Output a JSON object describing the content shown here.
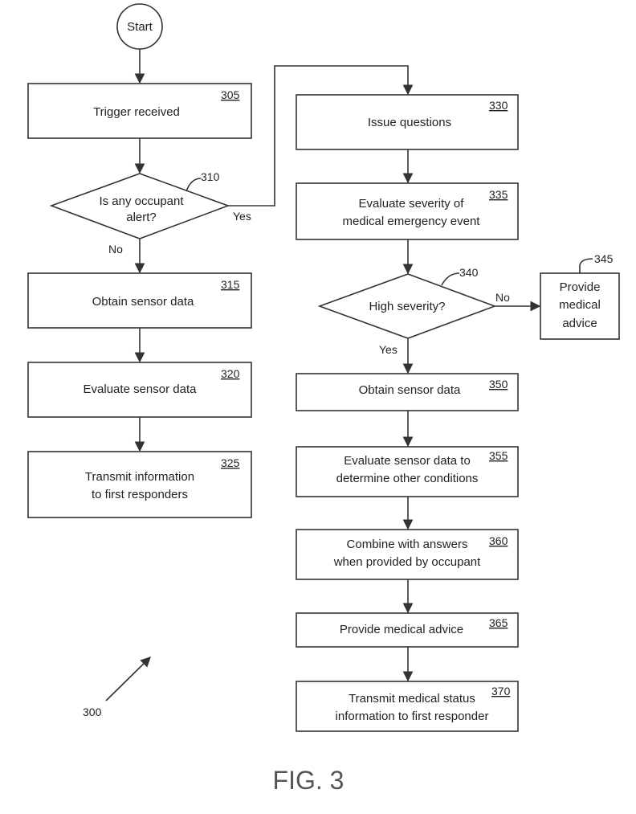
{
  "figure": {
    "number_label": "FIG. 3",
    "ref_numeral": "300"
  },
  "start": {
    "label": "Start"
  },
  "nodes": {
    "n305": {
      "ref": "305",
      "lines": [
        "Trigger received"
      ]
    },
    "n310": {
      "ref": "310",
      "lines": [
        "Is any occupant",
        "alert?"
      ]
    },
    "n315": {
      "ref": "315",
      "lines": [
        "Obtain sensor data"
      ]
    },
    "n320": {
      "ref": "320",
      "lines": [
        "Evaluate sensor data"
      ]
    },
    "n325": {
      "ref": "325",
      "lines": [
        "Transmit information",
        "to first responders"
      ]
    },
    "n330": {
      "ref": "330",
      "lines": [
        "Issue questions"
      ]
    },
    "n335": {
      "ref": "335",
      "lines": [
        "Evaluate severity of",
        "medical emergency event"
      ]
    },
    "n340": {
      "ref": "340",
      "lines": [
        "High severity?"
      ]
    },
    "n345": {
      "ref": "345",
      "lines": [
        "Provide",
        "medical",
        "advice"
      ]
    },
    "n350": {
      "ref": "350",
      "lines": [
        "Obtain sensor data"
      ]
    },
    "n355": {
      "ref": "355",
      "lines": [
        "Evaluate sensor data to",
        "determine other conditions"
      ]
    },
    "n360": {
      "ref": "360",
      "lines": [
        "Combine with answers",
        "when provided by occupant"
      ]
    },
    "n365": {
      "ref": "365",
      "lines": [
        "Provide medical advice"
      ]
    },
    "n370": {
      "ref": "370",
      "lines": [
        "Transmit medical status",
        "information to first responder"
      ]
    }
  },
  "edge_labels": {
    "n310_yes": "Yes",
    "n310_no": "No",
    "n340_no": "No",
    "n340_yes": "Yes"
  }
}
